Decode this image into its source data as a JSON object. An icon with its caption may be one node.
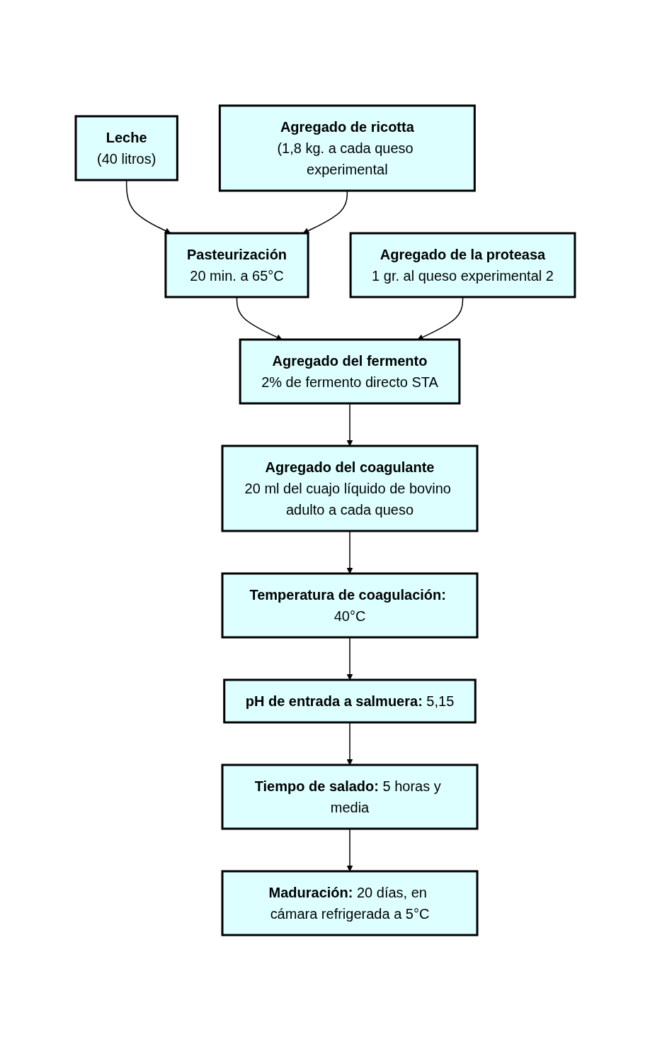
{
  "diagram": {
    "nodes": [
      {
        "text": [
          "Leche",
          "(40 litros)"
        ]
      },
      {
        "text": [
          "Agregado de ricotta",
          "(1,8 kg. a cada queso experimental"
        ]
      },
      {
        "text": [
          "Pasteurización",
          "20 min. a 65°C"
        ]
      },
      {
        "text": [
          "Agregado de la proteasa",
          "1 gr. al queso experimental 2"
        ]
      },
      {
        "text": [
          "Agregado del fermento",
          "2% de fermento directo STA"
        ]
      },
      {
        "text": [
          "Agregado del coagulante",
          "20 ml del cuajo líquido de bovino adulto a cada queso"
        ]
      },
      {
        "text": [
          "**Temperatura de coagulación:** 40°C"
        ]
      },
      {
        "text": [
          "**pH de entrada a salmuera:** 5,15"
        ]
      },
      {
        "text": [
          "**Tiempo de salado:** 5 horas y media"
        ]
      },
      {
        "text": [
          "**Maduración:** 20 días, en cámara refrigerada a 5°C"
        ]
      }
    ],
    "edges": [
      {
        "from": 0,
        "to": 2,
        "arrow": "to"
      },
      {
        "from": 1,
        "to": 2,
        "arrow": "to"
      },
      {
        "from": 2,
        "to": 4,
        "arrow": "to"
      },
      {
        "from": 3,
        "to": 4,
        "arrow": "to"
      },
      {
        "from": 4,
        "to": 5,
        "arrow": "to"
      },
      {
        "from": 5,
        "to": 6,
        "arrow": "to"
      },
      {
        "from": 6,
        "to": 7,
        "arrow": "to"
      },
      {
        "from": 7,
        "to": 8,
        "arrow": "to"
      },
      {
        "from": 8,
        "to": 9,
        "arrow": "to"
      }
    ]
  }
}
